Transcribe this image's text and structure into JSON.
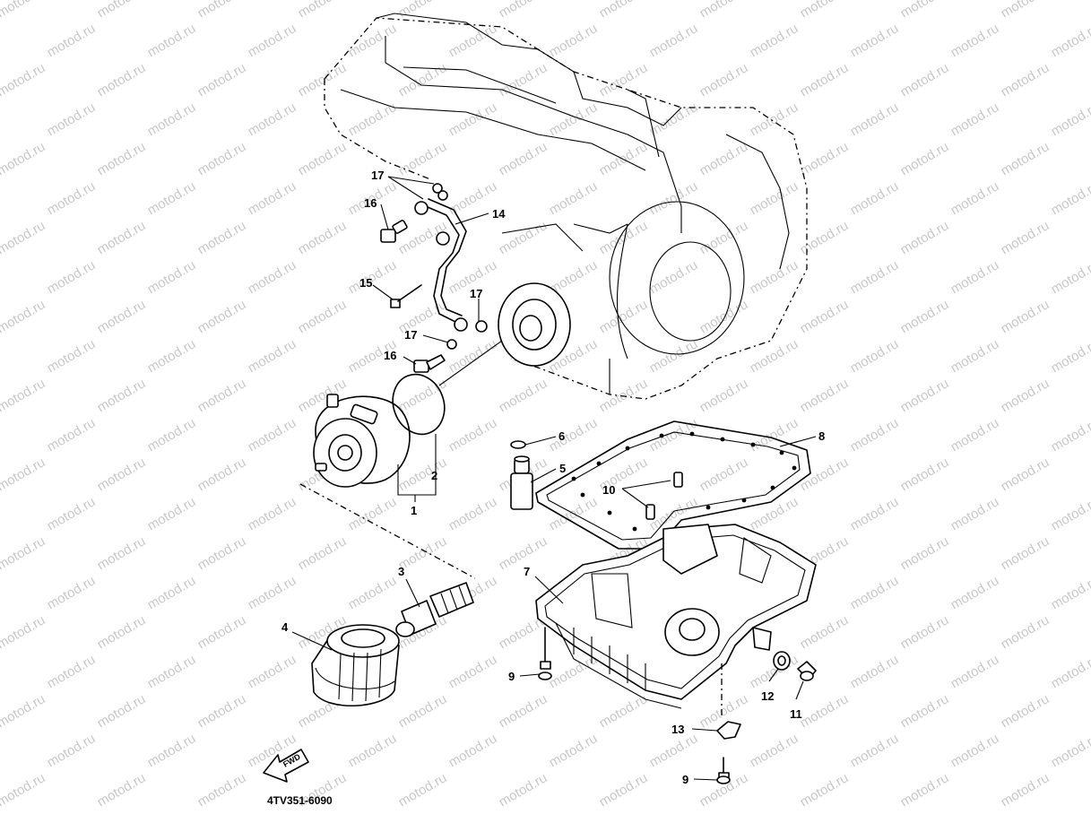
{
  "watermark": "motod.ru",
  "diagram_code": "4TV351-6090",
  "fwd_label": "FWD",
  "callouts": [
    {
      "id": "c17a",
      "label": "17"
    },
    {
      "id": "c16a",
      "label": "16"
    },
    {
      "id": "c14",
      "label": "14"
    },
    {
      "id": "c15",
      "label": "15"
    },
    {
      "id": "c17b",
      "label": "17"
    },
    {
      "id": "c17c",
      "label": "17"
    },
    {
      "id": "c16b",
      "label": "16"
    },
    {
      "id": "c6",
      "label": "6"
    },
    {
      "id": "c8",
      "label": "8"
    },
    {
      "id": "c5",
      "label": "5"
    },
    {
      "id": "c10",
      "label": "10"
    },
    {
      "id": "c2",
      "label": "2"
    },
    {
      "id": "c1",
      "label": "1"
    },
    {
      "id": "c3",
      "label": "3"
    },
    {
      "id": "c7",
      "label": "7"
    },
    {
      "id": "c4",
      "label": "4"
    },
    {
      "id": "c9a",
      "label": "9"
    },
    {
      "id": "c12",
      "label": "12"
    },
    {
      "id": "c11",
      "label": "11"
    },
    {
      "id": "c13",
      "label": "13"
    },
    {
      "id": "c9b",
      "label": "9"
    }
  ]
}
